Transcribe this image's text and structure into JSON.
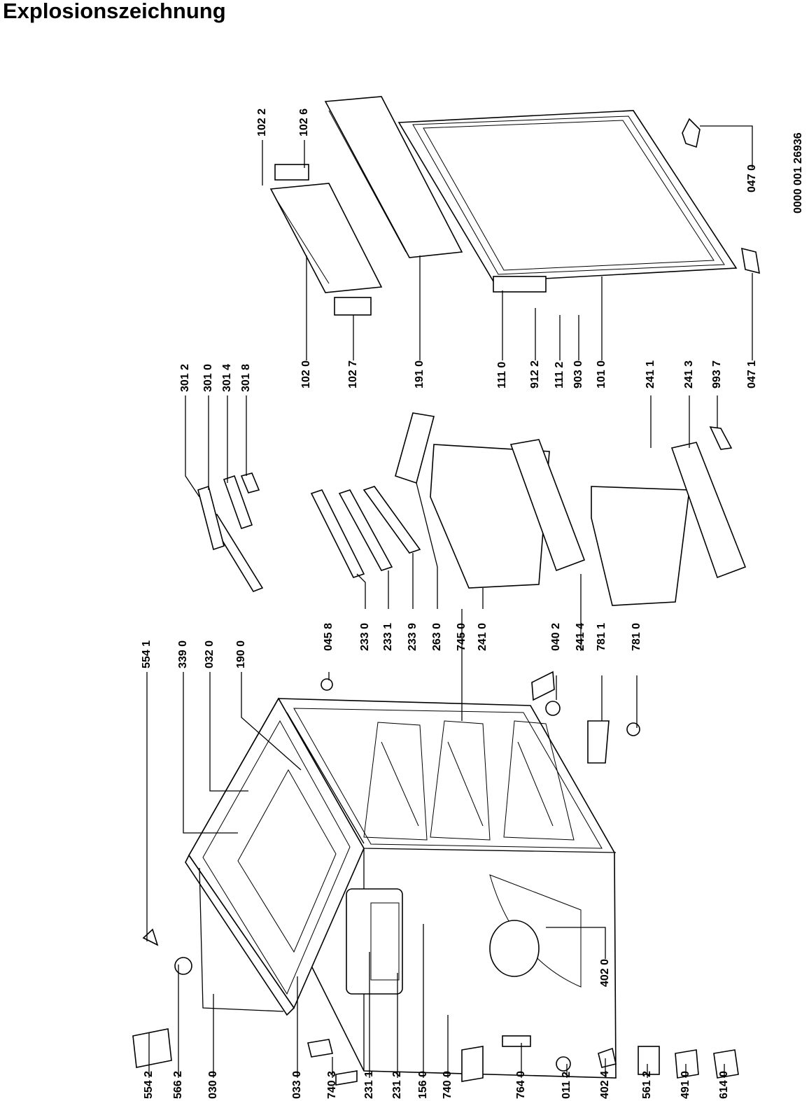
{
  "title": "Explosionszeichnung",
  "drawing_number": "0000 001 26936",
  "labels": {
    "l5542": "554 2",
    "l5662": "566 2",
    "l0300": "030 0",
    "l0330": "033 0",
    "l7403": "740 3",
    "l2311": "231 1",
    "l2312": "231 2",
    "l1560": "156 0",
    "l7400": "740 0",
    "l7640": "764 0",
    "l0112": "011 2",
    "l4024": "402 4",
    "l5612": "561 2",
    "l4910": "491 0",
    "l6140": "614 0",
    "l4020": "402 0",
    "l5541": "554 1",
    "l3390": "339 0",
    "l0320": "032 0",
    "l1900": "190 0",
    "l0458": "045 8",
    "l2330": "233 0",
    "l2331": "233 1",
    "l2339": "233 9",
    "l2630": "263 0",
    "l7450": "745 0",
    "l2410": "241 0",
    "l0402": "040 2",
    "l2414": "241 4",
    "l7811": "781 1",
    "l7810": "781 0",
    "l3012": "301 2",
    "l3010": "301 0",
    "l3014": "301 4",
    "l3018": "301 8",
    "l1020": "102 0",
    "l1027": "102 7",
    "l1910": "191 0",
    "l1110": "111 0",
    "l9122": "912 2",
    "l1112": "111 2",
    "l9030": "903 0",
    "l1010": "101 0",
    "l2411": "241 1",
    "l2413": "241 3",
    "l9937": "993 7",
    "l0471": "047 1",
    "l1022": "102 2",
    "l1026": "102 6",
    "l0470": "047 0"
  }
}
